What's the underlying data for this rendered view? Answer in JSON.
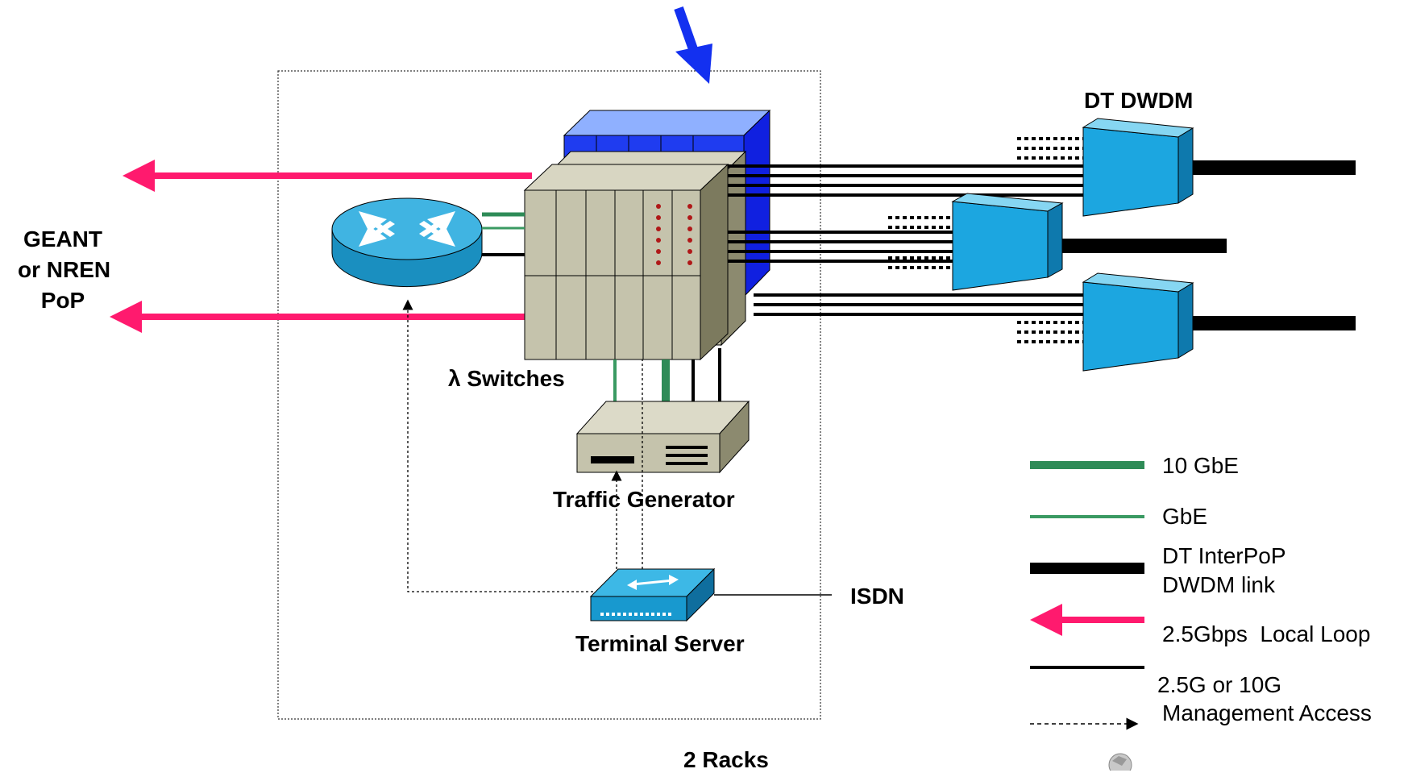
{
  "labels": {
    "pop": [
      "GEANT",
      "or NREN",
      "PoP"
    ],
    "switches": "λ Switches",
    "traffic_generator": "Traffic Generator",
    "terminal_server": "Terminal Server",
    "isdn": "ISDN",
    "racks": "2 Racks",
    "dwdm": "DT DWDM"
  },
  "legend": [
    {
      "key": "10gbe",
      "label": "10 GbE",
      "color": "#2e8b57"
    },
    {
      "key": "gbe",
      "label": "GbE",
      "color": "#3a9a62"
    },
    {
      "key": "interpop",
      "label": [
        "DT InterPoP",
        "DWDM link"
      ],
      "color": "#000000"
    },
    {
      "key": "local-loop",
      "label": "2.5Gbps  Local Loop",
      "color": "#ff1a6e"
    },
    {
      "key": "25g-10g",
      "label": "2.5G or 10G",
      "color": "#000000"
    },
    {
      "key": "mgmt",
      "label": "Management Access",
      "color": "#000000"
    }
  ],
  "colors": {
    "local_loop": "#ff1a6e",
    "ten_gbe": "#2e8b57",
    "gbe": "#3a9a62",
    "dwdm_fill": "#1ca6e0",
    "switch_fill": "#c5c3ac",
    "blue_switch": "#1f3cf0",
    "pointer_arrow": "#1330f0"
  }
}
